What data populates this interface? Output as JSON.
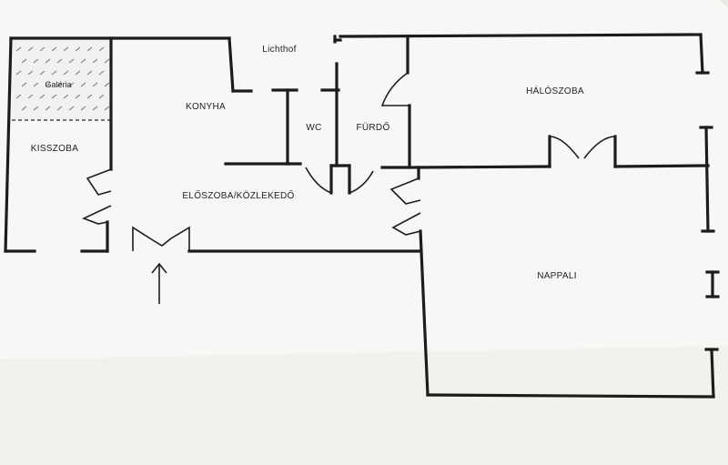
{
  "rooms": {
    "galeria": "Galéria",
    "kisszoba": "KISSZOBA",
    "konyha": "KONYHA",
    "lichthof": "Lichthof",
    "wc": "WC",
    "furdo": "FÜRDŐ",
    "haloszoba": "HÁLÓSZOBA",
    "eloszoba": "ELŐSZOBA/KÖZLEKEDŐ",
    "nappali": "NAPPALI"
  },
  "colors": {
    "paper": "#f7f7f5",
    "ink": "#1c1c1c",
    "hatch": "#8a8a88"
  },
  "icons": {
    "entrance": "arrow-up-icon"
  }
}
